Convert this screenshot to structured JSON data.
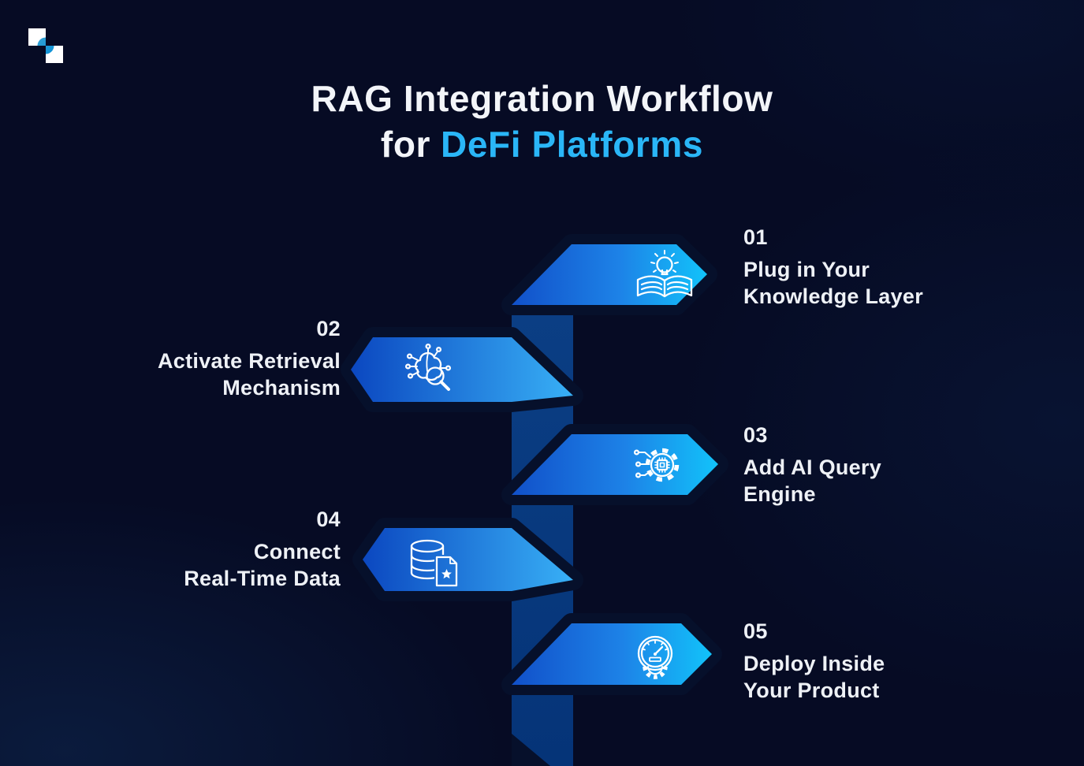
{
  "palette": {
    "background": "#060b24",
    "title_text": "#f3f5f9",
    "accent_cyan": "#2ab6f7",
    "banner_gradient_start": "#0f4fc9",
    "banner_gradient_end": "#12c2f9",
    "spine_blue": "#0b3e84",
    "fold_shadow": "#06102b",
    "step_text": "#eef1f6",
    "icon_stroke": "#ffffff",
    "logo_blue": "#1b9ad8"
  },
  "logo": {
    "name": "brand-logo"
  },
  "title": {
    "line1": "RAG Integration Workflow",
    "line2_prefix": "for",
    "line2_accent": "DeFi Platforms"
  },
  "steps": [
    {
      "number": "01",
      "lines": [
        "Plug in Your",
        "Knowledge Layer"
      ],
      "side": "right",
      "icon": "book-lightbulb-icon"
    },
    {
      "number": "02",
      "lines": [
        "Activate Retrieval",
        "Mechanism"
      ],
      "side": "left",
      "icon": "brain-search-icon"
    },
    {
      "number": "03",
      "lines": [
        "Add AI Query",
        "Engine"
      ],
      "side": "right",
      "icon": "gear-chip-icon"
    },
    {
      "number": "04",
      "lines": [
        "Connect",
        "Real-Time Data"
      ],
      "side": "left",
      "icon": "database-document-icon"
    },
    {
      "number": "05",
      "lines": [
        "Deploy Inside",
        "Your Product"
      ],
      "side": "right",
      "icon": "gauge-gear-icon"
    }
  ]
}
